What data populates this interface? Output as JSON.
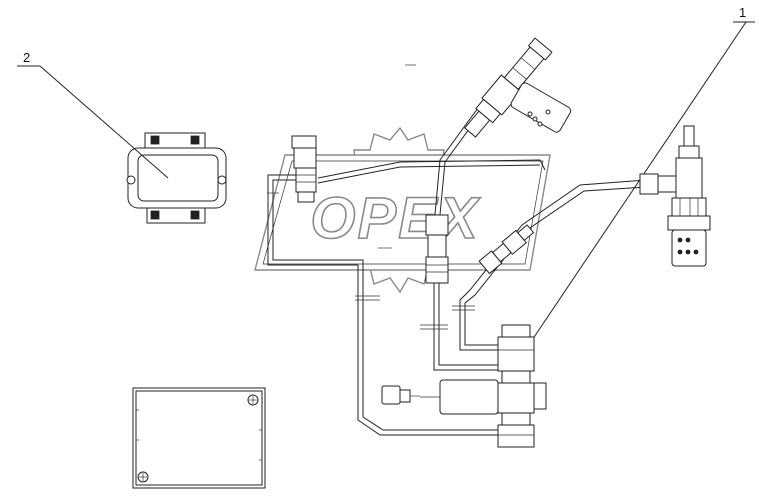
{
  "callouts": [
    {
      "id": "1",
      "label": "1"
    },
    {
      "id": "2",
      "label": "2"
    }
  ],
  "watermark": {
    "text": "OPEX"
  }
}
